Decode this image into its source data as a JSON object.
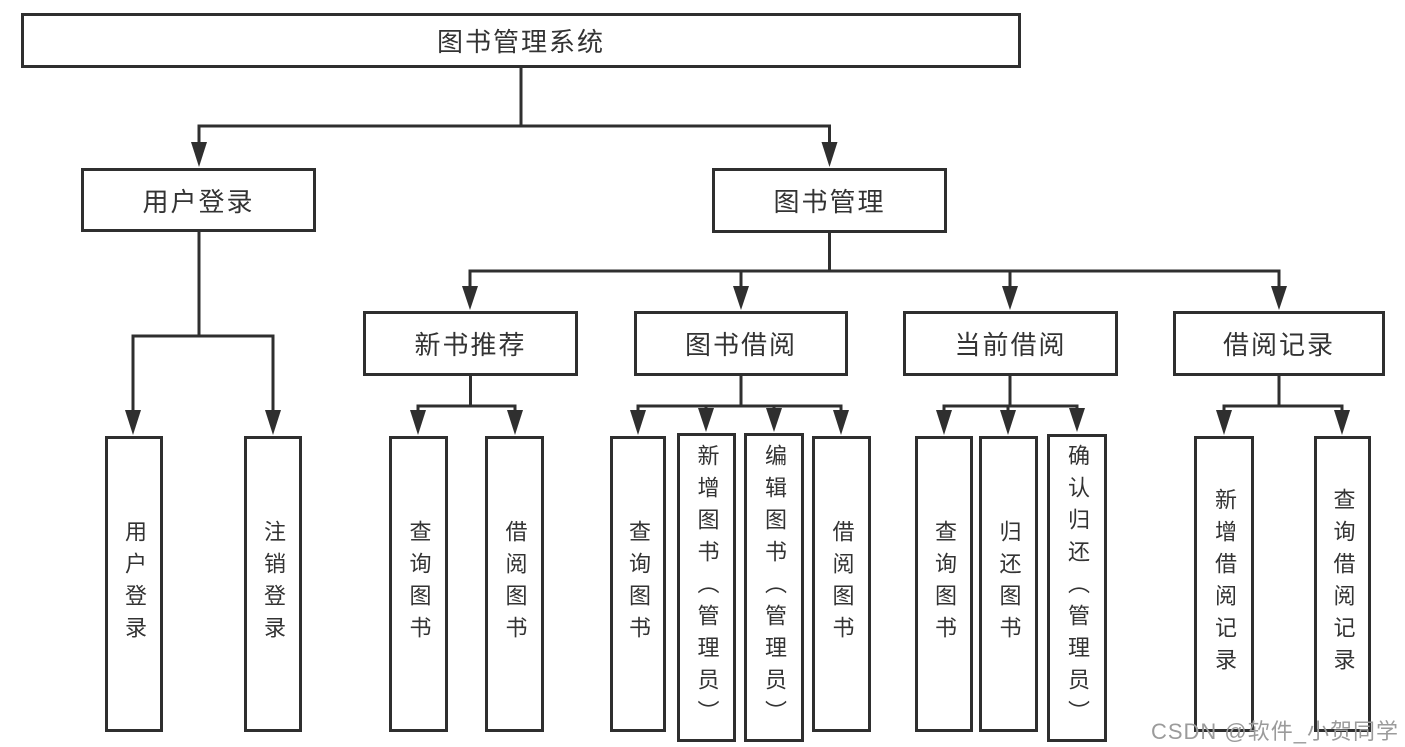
{
  "diagram": {
    "type": "hierarchy-tree",
    "orientation": "top-down",
    "tree": {
      "label": "图书管理系统",
      "children": [
        {
          "label": "用户登录",
          "children": [
            {
              "label": "用户登录"
            },
            {
              "label": "注销登录"
            }
          ]
        },
        {
          "label": "图书管理",
          "children": [
            {
              "label": "新书推荐",
              "children": [
                {
                  "label": "查询图书"
                },
                {
                  "label": "借阅图书"
                }
              ]
            },
            {
              "label": "图书借阅",
              "children": [
                {
                  "label": "查询图书"
                },
                {
                  "label": "新增图书（管理员）"
                },
                {
                  "label": "编辑图书（管理员）"
                },
                {
                  "label": "借阅图书"
                }
              ]
            },
            {
              "label": "当前借阅",
              "children": [
                {
                  "label": "查询图书"
                },
                {
                  "label": "归还图书"
                },
                {
                  "label": "确认归还（管理员）"
                }
              ]
            },
            {
              "label": "借阅记录",
              "children": [
                {
                  "label": "新增借阅记录"
                },
                {
                  "label": "查询借阅记录"
                }
              ]
            }
          ]
        }
      ]
    }
  },
  "watermark": {
    "text": "CSDN @软件_小贺同学"
  },
  "colors": {
    "line": "#2f2f2f",
    "text": "#333333",
    "box_background": "#ffffff",
    "page_background": "#ffffff",
    "watermark": "#9b9b9b"
  }
}
